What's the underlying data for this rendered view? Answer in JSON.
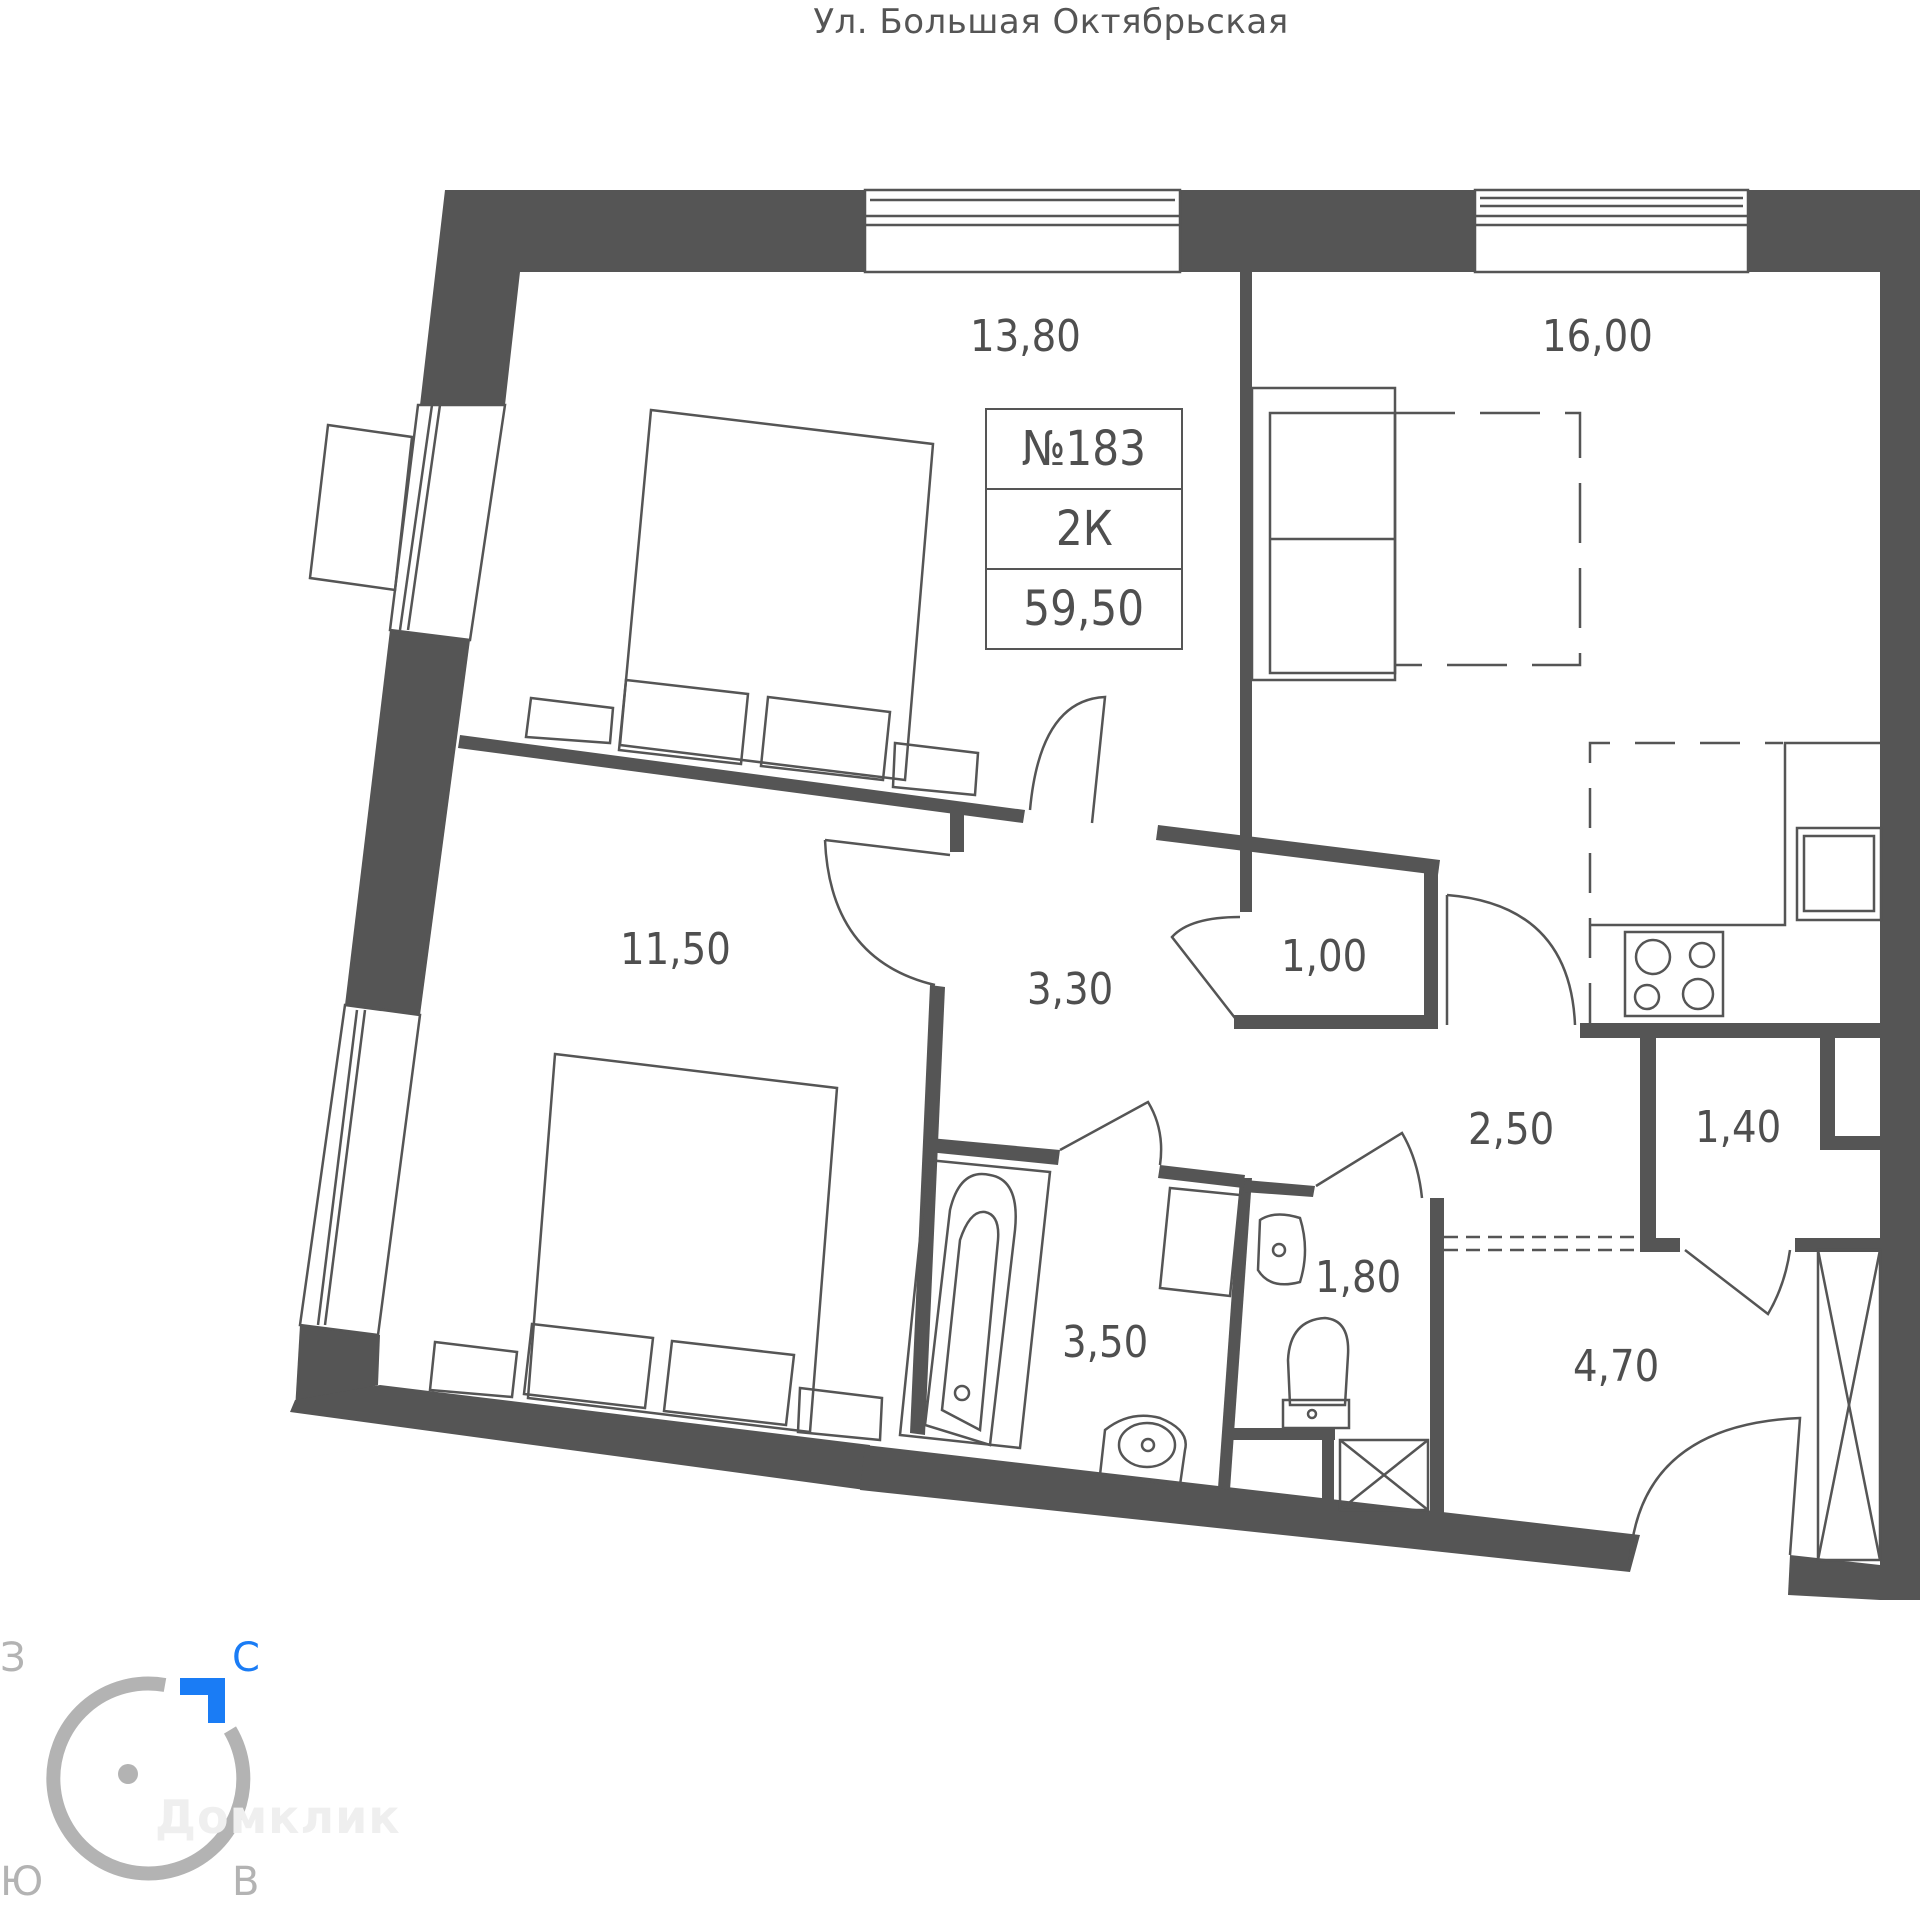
{
  "street_label": "Ул. Большая Октябрьская",
  "apartment": {
    "number": "№183",
    "type": "2К",
    "total_area": "59,50"
  },
  "rooms": [
    {
      "id": "bedroom-1",
      "area": "13,80"
    },
    {
      "id": "living-kitchen",
      "area": "16,00"
    },
    {
      "id": "bedroom-2",
      "area": "11,50"
    },
    {
      "id": "hall",
      "area": "3,30"
    },
    {
      "id": "closet",
      "area": "1,00"
    },
    {
      "id": "corridor",
      "area": "2,50"
    },
    {
      "id": "storage",
      "area": "1,40"
    },
    {
      "id": "bathroom",
      "area": "3,50"
    },
    {
      "id": "toilet",
      "area": "1,80"
    },
    {
      "id": "entrance-hall",
      "area": "4,70"
    }
  ],
  "compass": {
    "north": "С",
    "west": "З",
    "south": "Ю",
    "east": "В",
    "accent_color": "#1a7cf5",
    "ring_color": "#b3b3b3"
  },
  "watermark": "Домклик",
  "colors": {
    "wall": "#555555",
    "line": "#555555",
    "text": "#4f4f4f"
  }
}
